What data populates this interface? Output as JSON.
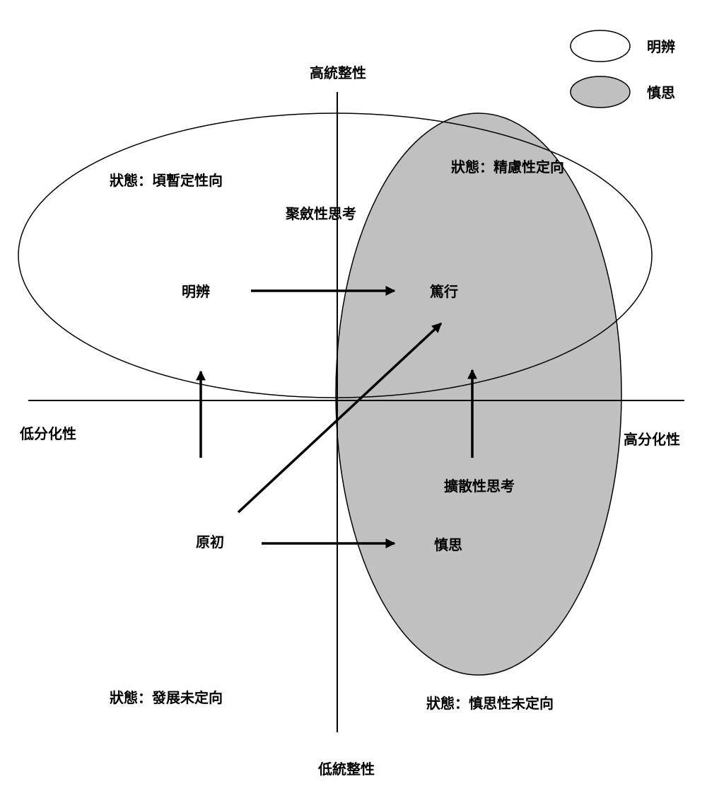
{
  "axes": {
    "top": "高統整性",
    "bottom": "低統整性",
    "left": "低分化性",
    "right": "高分化性"
  },
  "legend": {
    "items": [
      {
        "label": "明辨",
        "fill": "#ffffff"
      },
      {
        "label": "慎思",
        "fill": "#c0c0c0"
      }
    ]
  },
  "states": {
    "top_left": "狀態：頃暫定性向",
    "top_right": "狀態：精慮性定向",
    "bottom_left": "狀態：發展未定向",
    "bottom_right": "狀態：慎思性未定向"
  },
  "thinking": {
    "convergent": "聚斂性思考",
    "divergent": "擴散性思考"
  },
  "nodes": {
    "mingbian": "明辨",
    "duxing": "篤行",
    "yuanchu": "原初",
    "shensi": "慎思"
  },
  "colors": {
    "shaded_ellipse": "#c0c0c0",
    "stroke": "#000000"
  }
}
